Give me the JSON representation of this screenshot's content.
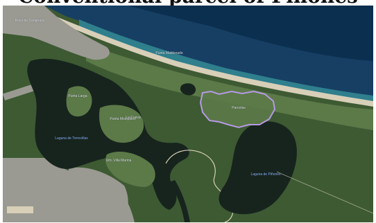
{
  "title": "Conventional parcel of Pinones",
  "map": {
    "colors": {
      "ocean_deep": "#0b2f4f",
      "ocean": "#163f63",
      "shallow": "#2f7f8d",
      "beach": "#d8cfb8",
      "forest": "#3d5a33",
      "forest_light": "#5c7a48",
      "lagoon": "#17241d",
      "urban": "#9a9a92",
      "boundary": "#b69ae6",
      "label_white": "#dfe7ef",
      "label_blue": "#8fb8ff"
    },
    "labels": {
      "punta_maldonado": "Punta Maldonado",
      "punta_larga": "Punta Larga",
      "punta_mosquitos": "Punta Mosquitos",
      "laguna_torrecillas": "Laguna de Torrecillas",
      "parcelas": "Parcelas",
      "laguna_pinones": "Laguna de Piñones",
      "urb_vistamarina": "Urb. Villa Marina",
      "boca_cangrejos": "Boca de Cangrejos",
      "la_cueva": "La Cueva"
    }
  }
}
